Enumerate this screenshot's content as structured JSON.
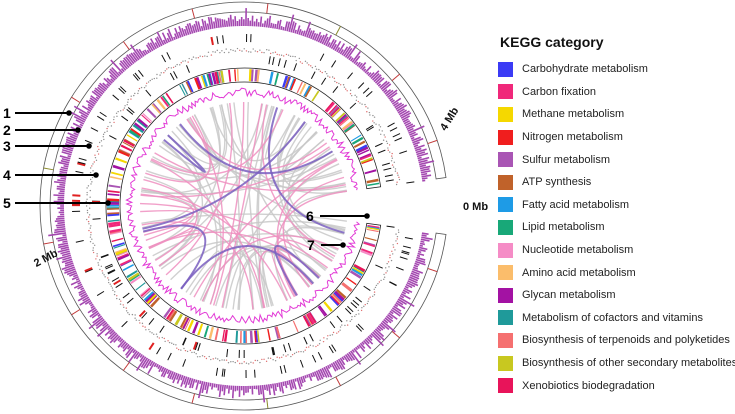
{
  "figure": {
    "track_labels": [
      "1",
      "2",
      "3",
      "4",
      "5",
      "6",
      "7"
    ],
    "position_labels": [
      "0 Mb",
      "2 Mb",
      "4 Mb"
    ]
  },
  "legend": {
    "title": "KEGG category",
    "items": [
      {
        "label": "Carbohydrate metabolism",
        "color": "#3b3bf5"
      },
      {
        "label": "Carbon fixation",
        "color": "#f0287a"
      },
      {
        "label": "Methane metabolism",
        "color": "#f5d800"
      },
      {
        "label": "Nitrogen metabolism",
        "color": "#f01e1e"
      },
      {
        "label": "Sulfur metabolism",
        "color": "#a955b4"
      },
      {
        "label": "ATP synthesis",
        "color": "#c0622a"
      },
      {
        "label": "Fatty acid metabolism",
        "color": "#1e9be6"
      },
      {
        "label": "Lipid metabolism",
        "color": "#18a878"
      },
      {
        "label": "Nucleotide metabolism",
        "color": "#f58cc6"
      },
      {
        "label": "Amino acid metabolism",
        "color": "#fbbd6b"
      },
      {
        "label": "Glycan metabolism",
        "color": "#a312a3"
      },
      {
        "label": "Metabolism of cofactors and vitamins",
        "color": "#1f9a9a"
      },
      {
        "label": "Biosynthesis of terpenoids and polyketides",
        "color": "#f57070"
      },
      {
        "label": "Biosynthesis of other secondary metabolites",
        "color": "#c8c820"
      },
      {
        "label": "Xenobiotics biodegradation",
        "color": "#e8145a"
      }
    ]
  },
  "colors": {
    "gc_skew_purple": "#a447b0",
    "gc_content_magenta": "#e23ad6",
    "link_gray": "#c8c8c8",
    "link_pink": "#ef8fc0",
    "link_purple": "#7a5fc0"
  }
}
